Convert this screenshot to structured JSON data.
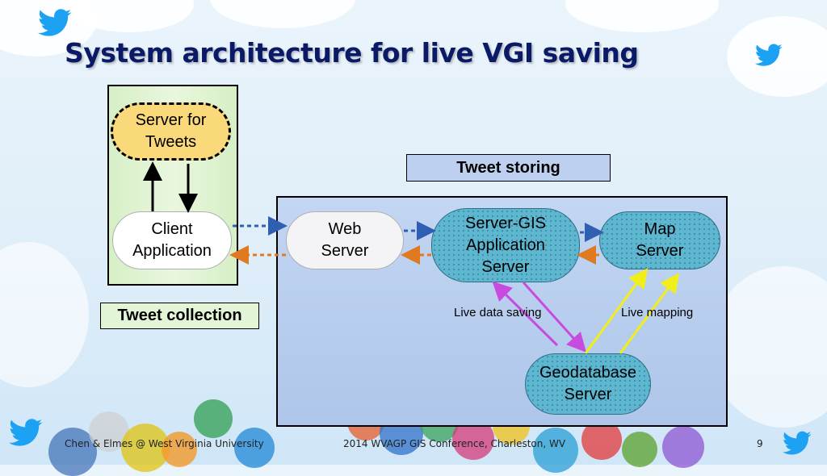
{
  "slide": {
    "title": "System architecture for live VGI saving",
    "page_number": "9"
  },
  "nodes": {
    "tweets_server": "Server for Tweets",
    "client_app": "Client Application",
    "web_server": "Web Server",
    "gis_server": "Server-GIS Application Server",
    "map_server": "Map Server",
    "geo_server": "Geodatabase Server"
  },
  "groups": {
    "tweet_storing": "Tweet storing",
    "tweet_collection": "Tweet collection"
  },
  "edges": {
    "live_data_saving": "Live data saving",
    "live_mapping": "Live mapping"
  },
  "footer": {
    "left": "Chen & Elmes @ West Virginia University",
    "center": "2014 WVAGP GIS Conference, Charleston, WV"
  },
  "colors": {
    "title": "#0b1a66",
    "request_arrow": "#2f5fb3",
    "response_arrow": "#e07a20",
    "save_arrow": "#c84be0",
    "map_arrow": "#f2ee1a"
  },
  "icons": [
    "twitter-bird-icon"
  ]
}
